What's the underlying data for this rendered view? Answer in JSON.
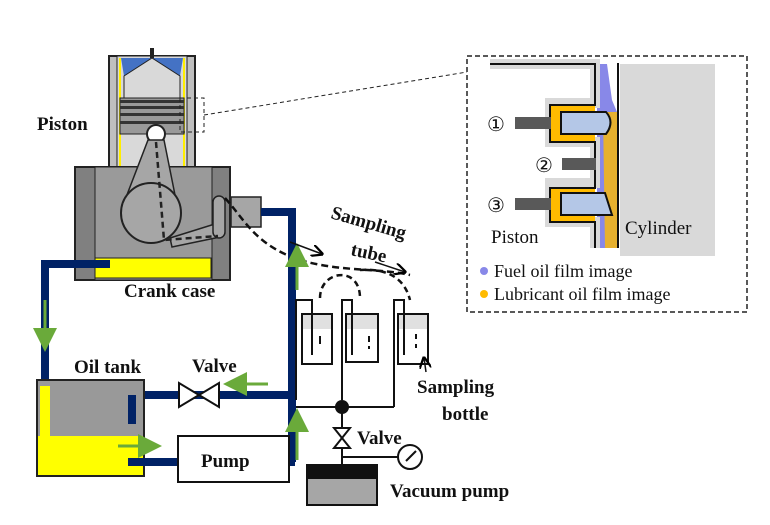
{
  "labels": {
    "piston": "Piston",
    "crank_case": "Crank case",
    "oil_tank": "Oil tank",
    "valve_upper": "Valve",
    "pump": "Pump",
    "sampling_tube_1": "Sampling",
    "sampling_tube_2": "tube",
    "sampling_bottle_1": "Sampling",
    "sampling_bottle_2": "bottle",
    "valve_lower": "Valve",
    "vacuum_pump": "Vacuum pump"
  },
  "inset": {
    "ring_1": "①",
    "ring_2": "②",
    "ring_3": "③",
    "piston": "Piston",
    "cylinder": "Cylinder",
    "legend": [
      {
        "label": "Fuel oil film image",
        "color": "#8888e8"
      },
      {
        "label": "Lubricant oil film image",
        "color": "#ffbb00"
      }
    ]
  },
  "colors": {
    "pipe": "#002266",
    "oil": "#ffff00",
    "flow_arrow": "#6aaa3a",
    "body_gray": "#888888",
    "light_gray": "#d9d9d9"
  }
}
